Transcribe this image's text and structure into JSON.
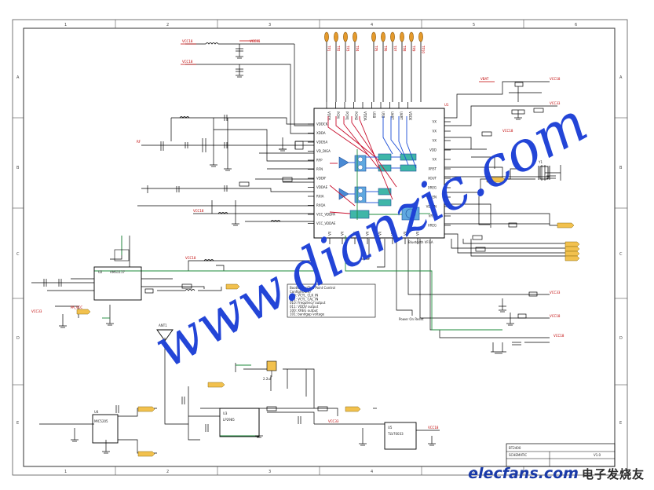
{
  "sheet": {
    "grid_cols": [
      "1",
      "2",
      "3",
      "4",
      "5",
      "6"
    ],
    "grid_rows": [
      "A",
      "B",
      "C",
      "D",
      "E"
    ]
  },
  "watermark": {
    "text": "www.dianzic.com",
    "color": "#1c3fd6"
  },
  "brand": {
    "text": "elecfans",
    "suffix": ".com",
    "cn": "电子发烧友"
  },
  "ic": {
    "name": "U1",
    "bottom_label": "Bluetooth VFGA",
    "left_pins": [
      "VDDCK",
      "XDDA",
      "VDDSA",
      "VD_DIGA",
      "RFP",
      "RFN",
      "VDDIF",
      "VDDAE",
      "RXIA",
      "RXQA",
      "VCC_VDDPA",
      "VCC_VDDAE"
    ],
    "right_pins": [
      "VX",
      "VX",
      "VX",
      "VDD",
      "VX",
      "XRST",
      "XOUT",
      "XREG",
      "VD_EN",
      "VD_EN",
      "VREF",
      "XREG"
    ],
    "top_pins": [
      "VDDS",
      "PCM",
      "PCM1",
      "PCM2",
      "VDDA",
      "USB",
      "USB",
      "UART",
      "UART",
      "VDDE"
    ],
    "bottom_pins": [
      "VX",
      "VX",
      "VX",
      "VX",
      "VX",
      "VX",
      "VX",
      "VX"
    ]
  },
  "connectors": [
    "TP1",
    "TP2",
    "TP3",
    "TP4",
    "TP5",
    "TP6",
    "TP7",
    "TP8",
    "TP9",
    "TP10"
  ],
  "nets": {
    "vcc": "VCC18",
    "vcc2": "VCC33",
    "vbat": "VBAT",
    "vout": "VCC18",
    "rfin": "RF"
  },
  "note_box": {
    "lines": [
      "Bootloader/Test Point Control",
      "Config(RXEX)",
      "000: VCTL_CLK_IN",
      "001: VCTL_CAL_IN",
      "010: Frequency output",
      "011: VDDV output",
      "100: XREG output",
      "101: bandgap voltage"
    ]
  },
  "antenna": {
    "label": "ANT1"
  },
  "regulators": [
    {
      "name": "U2",
      "part": "AMS1117"
    },
    {
      "name": "U3",
      "part": "LP2985"
    },
    {
      "name": "U4",
      "part": "MIC5205"
    },
    {
      "name": "U5",
      "part": "TLV70033"
    }
  ],
  "misc_labels": {
    "power_on_reset": "Power On Reset",
    "xtal": "Y1",
    "cap_value": "2.2uF",
    "pa_vcc": "PA_VCC",
    "vcc18_2": "VCC18",
    "vcc33_2": "VCC33"
  },
  "title_block": {
    "title": "BT2400",
    "doc": "SCHEMATIC",
    "rev": "V1.0"
  }
}
